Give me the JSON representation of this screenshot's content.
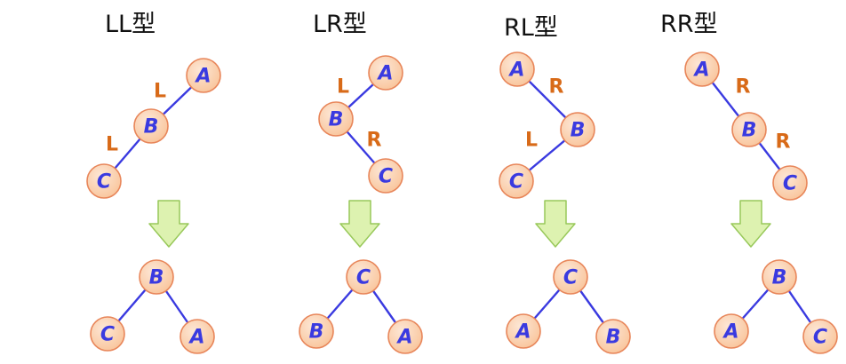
{
  "panels": [
    {
      "title": "LL型",
      "top": {
        "nodes": [
          {
            "id": "A",
            "label": "A"
          },
          {
            "id": "B",
            "label": "B"
          },
          {
            "id": "C",
            "label": "C"
          }
        ],
        "edges": [
          {
            "from": "A",
            "to": "B",
            "label": "L"
          },
          {
            "from": "B",
            "to": "C",
            "label": "L"
          }
        ]
      },
      "bottom": {
        "nodes": [
          {
            "id": "B",
            "label": "B"
          },
          {
            "id": "C",
            "label": "C"
          },
          {
            "id": "A",
            "label": "A"
          }
        ],
        "edges": [
          {
            "from": "B",
            "to": "C"
          },
          {
            "from": "B",
            "to": "A"
          }
        ]
      }
    },
    {
      "title": "LR型",
      "top": {
        "nodes": [
          {
            "id": "A",
            "label": "A"
          },
          {
            "id": "B",
            "label": "B"
          },
          {
            "id": "C",
            "label": "C"
          }
        ],
        "edges": [
          {
            "from": "A",
            "to": "B",
            "label": "L"
          },
          {
            "from": "B",
            "to": "C",
            "label": "R"
          }
        ]
      },
      "bottom": {
        "nodes": [
          {
            "id": "C",
            "label": "C"
          },
          {
            "id": "B",
            "label": "B"
          },
          {
            "id": "A",
            "label": "A"
          }
        ],
        "edges": [
          {
            "from": "C",
            "to": "B"
          },
          {
            "from": "C",
            "to": "A"
          }
        ]
      }
    },
    {
      "title": "RL型",
      "top": {
        "nodes": [
          {
            "id": "A",
            "label": "A"
          },
          {
            "id": "B",
            "label": "B"
          },
          {
            "id": "C",
            "label": "C"
          }
        ],
        "edges": [
          {
            "from": "A",
            "to": "B",
            "label": "R"
          },
          {
            "from": "B",
            "to": "C",
            "label": "L"
          }
        ]
      },
      "bottom": {
        "nodes": [
          {
            "id": "C",
            "label": "C"
          },
          {
            "id": "A",
            "label": "A"
          },
          {
            "id": "B",
            "label": "B"
          }
        ],
        "edges": [
          {
            "from": "C",
            "to": "A"
          },
          {
            "from": "C",
            "to": "B"
          }
        ]
      }
    },
    {
      "title": "RR型",
      "top": {
        "nodes": [
          {
            "id": "A",
            "label": "A"
          },
          {
            "id": "B",
            "label": "B"
          },
          {
            "id": "C",
            "label": "C"
          }
        ],
        "edges": [
          {
            "from": "A",
            "to": "B",
            "label": "R"
          },
          {
            "from": "B",
            "to": "C",
            "label": "R"
          }
        ]
      },
      "bottom": {
        "nodes": [
          {
            "id": "B",
            "label": "B"
          },
          {
            "id": "A",
            "label": "A"
          },
          {
            "id": "C",
            "label": "C"
          }
        ],
        "edges": [
          {
            "from": "B",
            "to": "A"
          },
          {
            "from": "B",
            "to": "C"
          }
        ]
      }
    }
  ],
  "colors": {
    "node_fill": "#f9c79f",
    "node_fill_light": "#fde7d6",
    "node_stroke": "#e8865a",
    "node_text": "#3a3ae0",
    "edge": "#3a3ae0",
    "edge_label": "#d86a18",
    "arrow_fill": "#ddf2b0",
    "arrow_stroke": "#98c85a",
    "title": "#111111"
  },
  "icons": {
    "transform_arrow": "down-arrow-icon"
  }
}
